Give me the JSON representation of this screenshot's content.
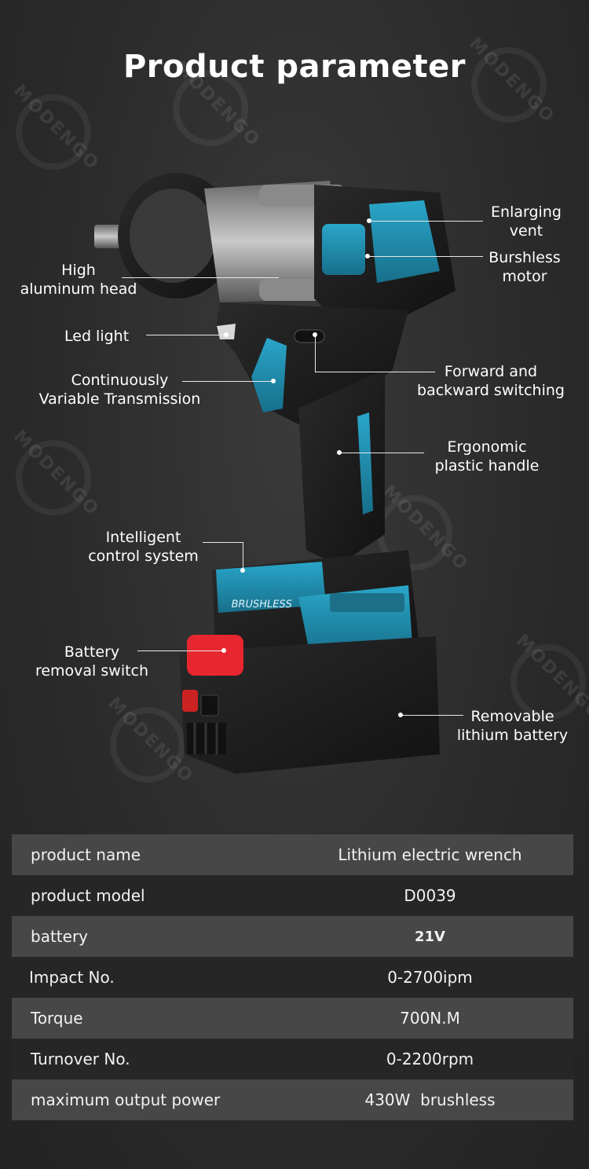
{
  "header": {
    "title": "Product parameter"
  },
  "watermark": {
    "text": "MODENGO"
  },
  "callouts": {
    "enlarging_vent": [
      "Enlarging",
      "vent"
    ],
    "brushless_motor": [
      "Burshless",
      "motor"
    ],
    "aluminum_head": [
      "High",
      "aluminum head"
    ],
    "led_light": [
      "Led light"
    ],
    "switching": [
      "Forward and",
      "backward switching"
    ],
    "transmission": [
      "Continuously",
      "Variable Transmission"
    ],
    "handle": [
      "Ergonomic",
      "plastic handle"
    ],
    "control_system": [
      "Intelligent",
      "control system"
    ],
    "battery_switch": [
      "Battery",
      "removal switch"
    ],
    "battery": [
      "Removable",
      "lithium battery"
    ]
  },
  "tool_label": "BRUSHLESS",
  "specs": [
    {
      "label": "product name",
      "value": "Lithium electric wrench"
    },
    {
      "label": "product model",
      "value": "D0039"
    },
    {
      "label": "battery",
      "value": "21V"
    },
    {
      "label": "Impact No.",
      "value": "0-2700ipm"
    },
    {
      "label": "Torque",
      "value": "700N.M"
    },
    {
      "label": "Turnover No.",
      "value": "0-2200rpm"
    },
    {
      "label": "maximum output power",
      "value": "430W  brushless"
    }
  ],
  "colors": {
    "accent_teal": "#1e8fb0",
    "battery_red": "#e8262f",
    "body_black": "#1c1c1c"
  }
}
